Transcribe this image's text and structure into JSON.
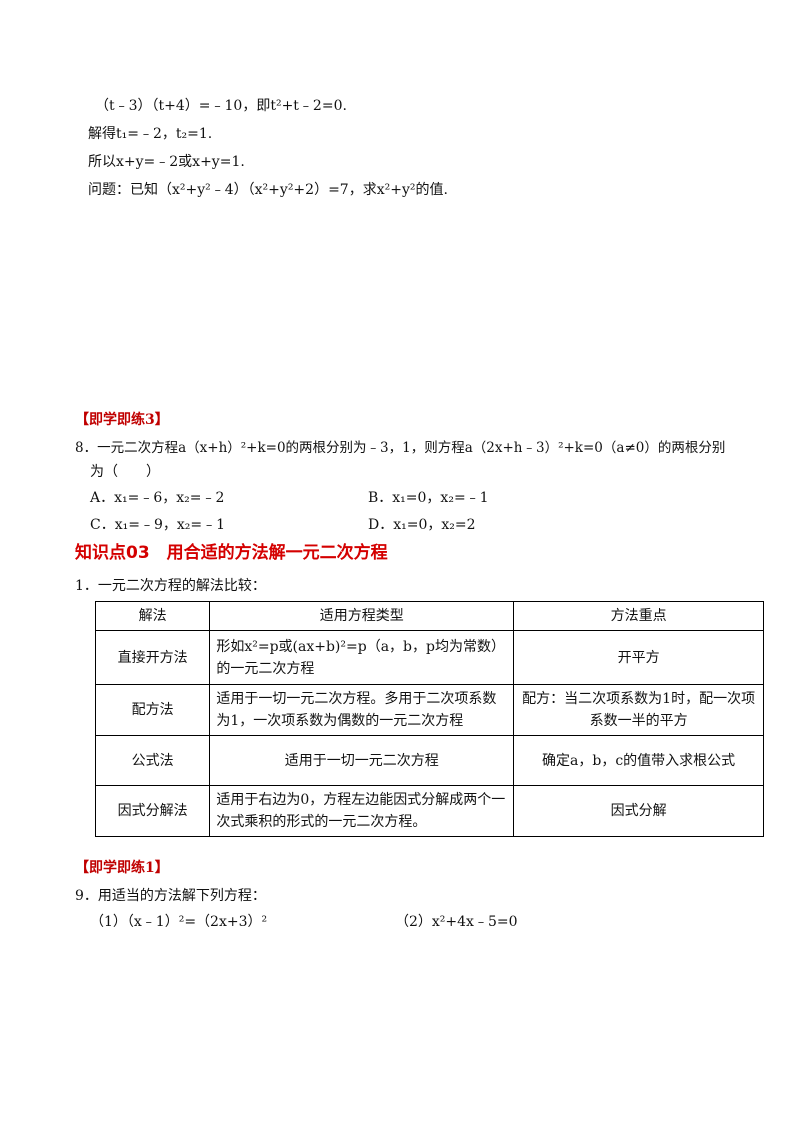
{
  "intro": {
    "line1": "（t﹣3）（t+4）=﹣10，即t²+t﹣2=0.",
    "line2": "解得t₁=﹣2，t₂=1.",
    "line3": "所以x+y=﹣2或x+y=1.",
    "question": "问题：已知（x²+y²﹣4）（x²+y²+2）=7，求x²+y²的值."
  },
  "practice3": {
    "header": "【即学即练3】",
    "q_line1": "8．一元二次方程a（x+h）²+k=0的两根分别为﹣3，1，则方程a（2x+h﹣3）²+k=0（a≠0）的两根分别",
    "q_line2": "为（　　）",
    "opt_a": "A．x₁=﹣6，x₂=﹣2",
    "opt_b": "B．x₁=0，x₂=﹣1",
    "opt_c": "C．x₁=﹣9，x₂=﹣1",
    "opt_d": "D．x₁=0，x₂=2"
  },
  "section": {
    "title": "知识点03　用合适的方法解一元二次方程",
    "item1": "1．一元二次方程的解法比较："
  },
  "table": {
    "headers": [
      "解法",
      "适用方程类型",
      "方法重点"
    ],
    "rows": [
      {
        "method": "直接开方法",
        "type": "形如x²=p或(ax+b)²=p（a，b，p均为常数）的一元二次方程",
        "key": "开平方"
      },
      {
        "method": "配方法",
        "type": "适用于一切一元二次方程。多用于二次项系数为1，一次项系数为偶数的一元二次方程",
        "key": "配方：当二次项系数为1时，配一次项系数一半的平方"
      },
      {
        "method": "公式法",
        "type": "适用于一切一元二次方程",
        "key": "确定a，b，c的值带入求根公式"
      },
      {
        "method": "因式分解法",
        "type": "适用于右边为0，方程左边能因式分解成两个一次式乘积的形式的一元二次方程。",
        "key": "因式分解"
      }
    ]
  },
  "practice1": {
    "header": "【即学即练1】",
    "q_line": "9．用适当的方法解下列方程：",
    "sub1": "（1）（x﹣1）²=（2x+3）²",
    "sub2": "（2）x²+4x﹣5=0"
  }
}
